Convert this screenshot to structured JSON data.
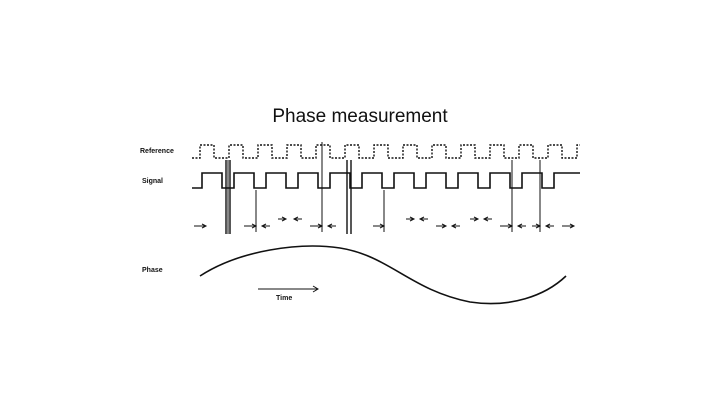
{
  "diagram": {
    "title": "Phase measurement",
    "reference_label": "Reference",
    "signal_label": "Signal",
    "phase_label": "Phase",
    "time_label": "Time"
  }
}
